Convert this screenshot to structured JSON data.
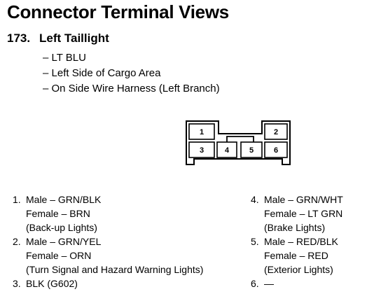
{
  "page": {
    "title": "Connector Terminal Views"
  },
  "section": {
    "number": "173.",
    "name": "Left Taillight",
    "details": [
      "– LT BLU",
      "– Left Side of Cargo Area",
      "– On Side Wire Harness (Left Branch)"
    ]
  },
  "connector": {
    "cavities": [
      "1",
      "2",
      "3",
      "4",
      "5",
      "6"
    ]
  },
  "pins_left": [
    {
      "num": "1.",
      "lines": [
        "Male – GRN/BLK",
        "Female – BRN",
        "(Back-up Lights)"
      ]
    },
    {
      "num": "2.",
      "lines": [
        "Male – GRN/YEL",
        "Female – ORN",
        "(Turn Signal and Hazard Warning Lights)"
      ]
    },
    {
      "num": "3.",
      "lines": [
        "BLK (G602)"
      ]
    }
  ],
  "pins_right": [
    {
      "num": "4.",
      "lines": [
        "Male – GRN/WHT",
        "Female – LT GRN",
        "(Brake Lights)"
      ]
    },
    {
      "num": "5.",
      "lines": [
        "Male – RED/BLK",
        "Female – RED",
        "(Exterior Lights)"
      ]
    },
    {
      "num": "6.",
      "lines": [
        "—"
      ]
    }
  ]
}
